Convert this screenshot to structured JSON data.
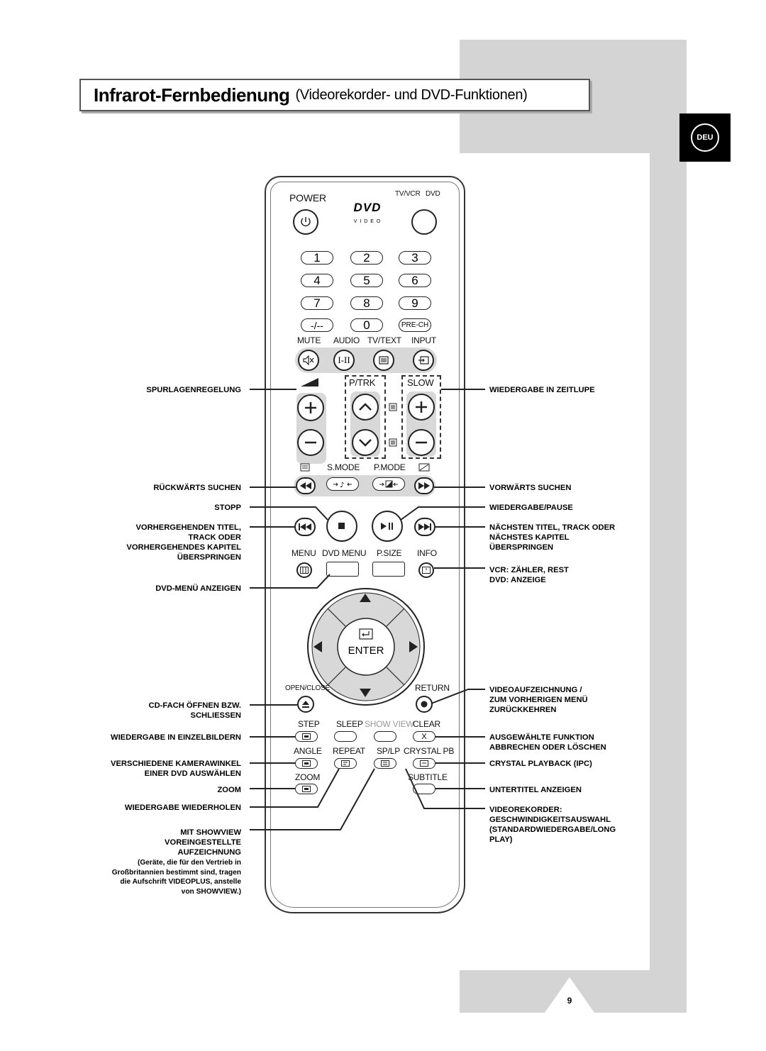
{
  "title": {
    "main": "Infrarot-Fernbedienung",
    "sub": "(Videorekorder- und DVD-Funktionen)"
  },
  "lang_badge": "DEU",
  "page_number": "9",
  "remote": {
    "power_label": "POWER",
    "tvvcr_label": "TV/VCR",
    "dvd_label": "DVD",
    "dvd_logo": "DVD",
    "dvd_logo_sub": "V I D E O",
    "digits": [
      "1",
      "2",
      "3",
      "4",
      "5",
      "6",
      "7",
      "8",
      "9"
    ],
    "dash_label": "-/--",
    "zero_label": "0",
    "prech_label": "PRE-CH",
    "row_labels": [
      "MUTE",
      "AUDIO",
      "TV/TEXT",
      "INPUT"
    ],
    "audio_glyph": "I-II",
    "ptrk_label": "P/TRK",
    "slow_label": "SLOW",
    "smode_label": "S.MODE",
    "pmode_label": "P.MODE",
    "menu_labels": [
      "MENU",
      "DVD MENU",
      "P.SIZE",
      "INFO"
    ],
    "enter_label": "ENTER",
    "open_close_label": "OPEN/CLOSE",
    "return_label": "RETURN",
    "row2_labels": [
      "STEP",
      "SLEEP",
      "SHOW VIEW",
      "CLEAR"
    ],
    "clear_glyph": "X",
    "row3_labels": [
      "ANGLE",
      "REPEAT",
      "SP/LP",
      "CRYSTAL PB"
    ],
    "row4_labels": [
      "ZOOM",
      "SUBTITLE"
    ]
  },
  "callouts_left": [
    "SPURLAGENREGELUNG",
    "RÜCKWÄRTS SUCHEN",
    "STOPP",
    "VORHERGEHENDEN TITEL,",
    "TRACK ODER",
    "VORHERGEHENDES KAPITEL",
    "ÜBERSPRINGEN",
    "DVD-MENÜ ANZEIGEN",
    "CD-FACH ÖFFNEN BZW.",
    "SCHLIESSEN",
    "WIEDERGABE IN EINZELBILDERN",
    "VERSCHIEDENE KAMERAWINKEL",
    "EINER DVD AUSWÄHLEN",
    "ZOOM",
    "WIEDERGABE WIEDERHOLEN",
    "MIT SHOWVIEW",
    "VOREINGESTELLTE",
    "AUFZEICHNUNG"
  ],
  "showview_note": [
    "(Geräte, die  für den Vertrieb in",
    "Großbritannien bestimmt sind, tragen",
    "die Aufschrift VIDEOPLUS, anstelle",
    "von SHOWVIEW.)"
  ],
  "callouts_right": [
    "WIEDERGABE IN ZEITLUPE",
    "VORWÄRTS SUCHEN",
    "WIEDERGABE/PAUSE",
    "NÄCHSTEN TITEL, TRACK ODER",
    "NÄCHSTES KAPITEL",
    "ÜBERSPRINGEN",
    "VCR: ZÄHLER, REST",
    "DVD: ANZEIGE",
    "VIDEOAUFZEICHNUNG /",
    "ZUM VORHERIGEN MENÜ",
    "ZURÜCKKEHREN",
    "AUSGEWÄHLTE FUNKTION",
    "ABBRECHEN ODER LÖSCHEN",
    "CRYSTAL PLAYBACK (IPC)",
    "UNTERTITEL ANZEIGEN",
    "VIDEOREKORDER:",
    "GESCHWINDIGKEITSAUSWAHL",
    "(STANDARDWIEDERGABE/LONG",
    "PLAY)"
  ]
}
